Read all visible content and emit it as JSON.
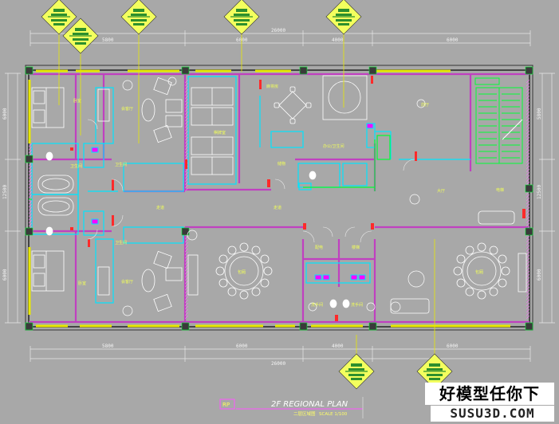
{
  "dims": {
    "top_segments": [
      "5800",
      "6000",
      "4000",
      "6000"
    ],
    "top_total": "26000",
    "bottom_segments": [
      "5800",
      "6000",
      "4000",
      "6000"
    ],
    "bottom_total": "26000",
    "left_segments": [
      "6000",
      "12500",
      "6000"
    ],
    "right_segments": [
      "5800",
      "12500",
      "6000"
    ]
  },
  "rooms": {
    "bed_top_right": "卧室",
    "sofa_top": "会客厅",
    "lounge": "棋牌室",
    "corridor_top_left": "卫生间",
    "corridor_mid": "走道",
    "mahjong": "麻将房",
    "office": "办公/卫生间",
    "store": "储物",
    "hall": "大厅",
    "corridor_main": "走道",
    "toilet_bottom": "卫生间",
    "sofa_bottom": "会客厅",
    "bed_bottom": "卧室",
    "private_left": "包厢",
    "wash_left": "洗手间",
    "wash_right": "洗手间",
    "private_right": "包厢",
    "stairs": "楼梯",
    "entry": "前厅",
    "utility": "配电",
    "lift": "电梯",
    "bath_top": "卫生间"
  },
  "title": {
    "badge": "RP",
    "main": "2F REGIONAL PLAN",
    "sub": "二层区域图",
    "scale": "SCALE 1/100"
  },
  "watermark": {
    "line1": "好模型任你下",
    "line2": "SUSU3D.COM"
  },
  "colors": {
    "background": "#a8a8a8",
    "wall": "#3a3a3a",
    "partition": "#c040c0",
    "window": "#e8e800",
    "cyan": "#00e5ff",
    "green": "#00ff33",
    "red": "#ff2a2a",
    "dimension": "#e8e8e8",
    "marker": "#f7ff6a"
  },
  "icons": [
    "elevation-marker-icon",
    "column-icon",
    "bed-icon",
    "toilet-icon",
    "bathtub-icon",
    "sofa-icon",
    "dining-table-icon",
    "stair-icon"
  ]
}
